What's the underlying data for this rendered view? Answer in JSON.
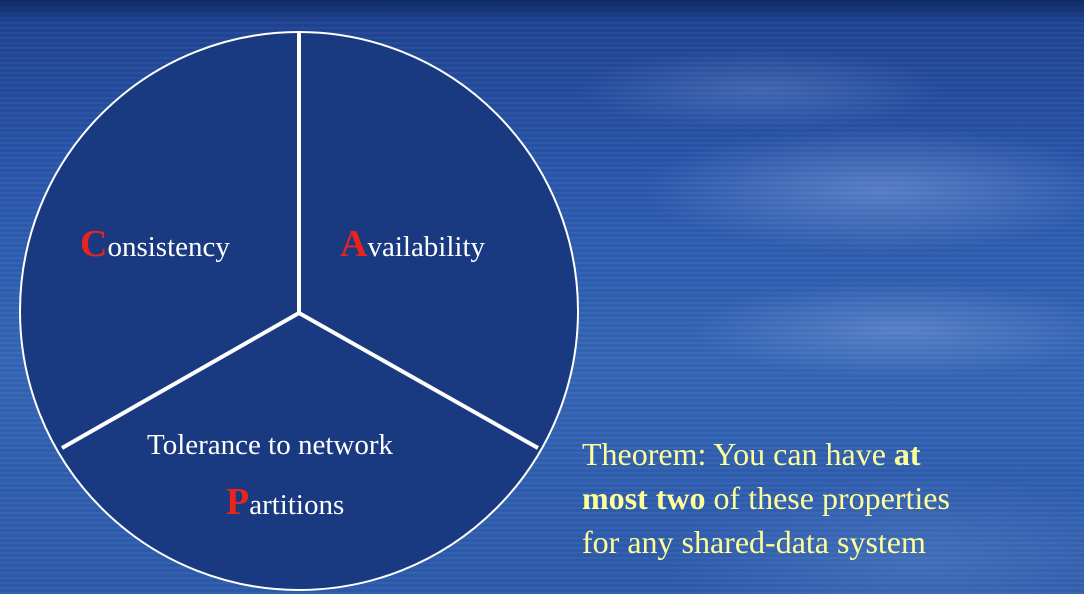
{
  "diagram": {
    "segments": [
      {
        "name": "consistency",
        "initial": "C",
        "rest": "onsistency"
      },
      {
        "name": "availability",
        "initial": "A",
        "rest": "vailability"
      },
      {
        "name": "partitions",
        "prefix": "Tolerance to network",
        "initial": "P",
        "rest": "artitions"
      }
    ]
  },
  "theorem": {
    "line1_pre": "Theorem: You can have ",
    "line1_bold": "at",
    "line2_bold": "most two",
    "line2_post": " of these properties",
    "line3": "for any shared-data system"
  },
  "colors": {
    "background": "#2a58ad",
    "circle_fill": "#193980",
    "divider": "#ffffff",
    "initial_letter": "#e8241c",
    "label_text": "#ffffff",
    "theorem_text": "#ffff99"
  }
}
